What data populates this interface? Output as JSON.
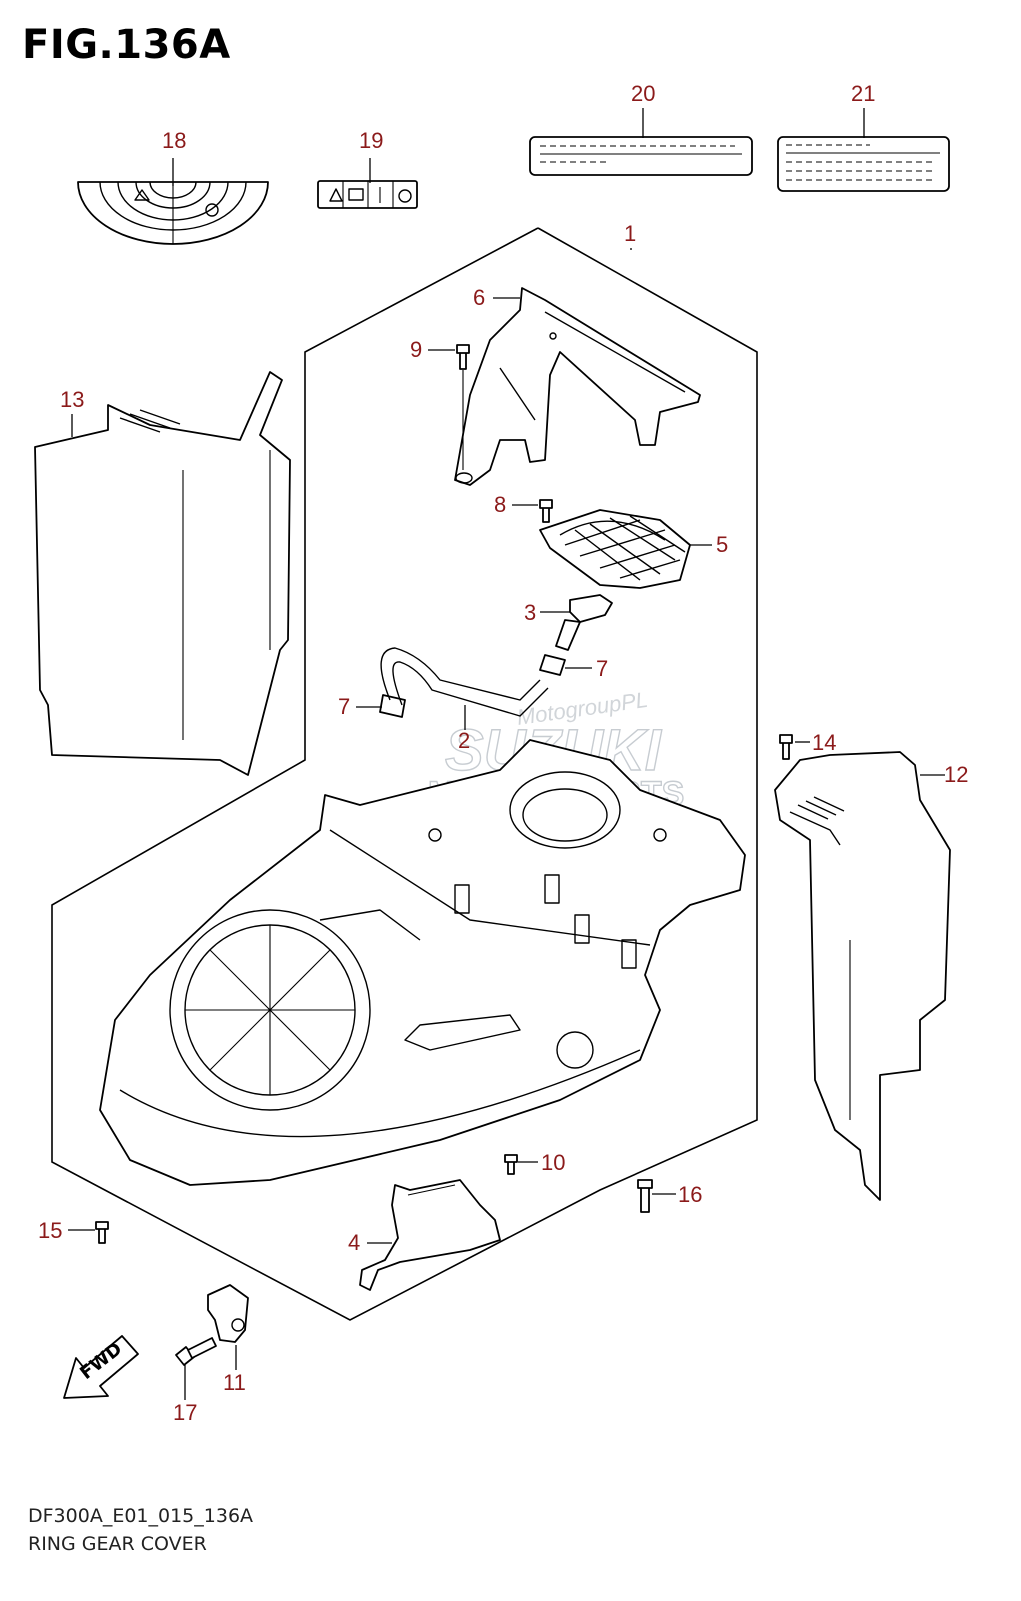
{
  "figure": {
    "title": "FIG.136A",
    "code": "DF300A_E01_015_136A",
    "name": "RING GEAR COVER"
  },
  "watermark": {
    "brand": "SUZUKI",
    "subtitle": "MARINE PARTS",
    "site": "MotogroupPL"
  },
  "callouts": [
    {
      "id": "1",
      "label": "1"
    },
    {
      "id": "2",
      "label": "2"
    },
    {
      "id": "3",
      "label": "3"
    },
    {
      "id": "4",
      "label": "4"
    },
    {
      "id": "5",
      "label": "5"
    },
    {
      "id": "6",
      "label": "6"
    },
    {
      "id": "7a",
      "label": "7"
    },
    {
      "id": "7b",
      "label": "7"
    },
    {
      "id": "8",
      "label": "8"
    },
    {
      "id": "9",
      "label": "9"
    },
    {
      "id": "10",
      "label": "10"
    },
    {
      "id": "11",
      "label": "11"
    },
    {
      "id": "12",
      "label": "12"
    },
    {
      "id": "13",
      "label": "13"
    },
    {
      "id": "14",
      "label": "14"
    },
    {
      "id": "15",
      "label": "15"
    },
    {
      "id": "16",
      "label": "16"
    },
    {
      "id": "17",
      "label": "17"
    },
    {
      "id": "18",
      "label": "18"
    },
    {
      "id": "19",
      "label": "19"
    },
    {
      "id": "20",
      "label": "20"
    },
    {
      "id": "21",
      "label": "21"
    }
  ],
  "fwd_arrow": {
    "label": "FWD"
  },
  "colors": {
    "callout": "#8b1a1a",
    "line": "#000000",
    "watermark": "#9aa3ad"
  }
}
